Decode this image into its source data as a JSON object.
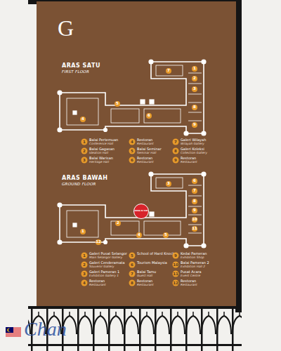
{
  "diagram": {
    "nodes": [
      {
        "text": [
          "ANDA DI SINI"
        ]
      }
    ],
    "labels": [
      "G",
      "ARAS SATU",
      "FIRST FLOOR",
      "1",
      "2",
      "3",
      "4",
      "5",
      "6",
      "7",
      "8",
      "9",
      "1",
      "Balai Pertemuan",
      "Conference Hall",
      "2",
      "Balai Gagasan",
      "Ideation Hall",
      "3",
      "Balai Warisan",
      "Heritage Hall",
      "4",
      "Restoran",
      "Restaurant",
      "5",
      "Balai Seminar",
      "Seminar Hall",
      "6",
      "Restoran",
      "Restaurant",
      "7",
      "Galeri Wilayah",
      "Wilayah Gallery",
      "8",
      "Galeri Koleksi",
      "Collection Gallery",
      "9",
      "Restoran",
      "Restaurant",
      "ARAS BAWAH",
      "GROUND FLOOR",
      "1",
      "2",
      "3",
      "4",
      "5",
      "6",
      "7",
      "8",
      "9",
      "10",
      "11",
      "12",
      "1",
      "Galeri Pusat Selangor",
      "Main Selangor Gallery",
      "2",
      "Galeri Cenderamata",
      "Souvenir Gallery",
      "3",
      "Galeri Pameran 1",
      "Exhibition Gallery 1",
      "4",
      "Restoran",
      "Restaurant",
      "5",
      "School of Hard Knocks",
      "6",
      "Tourism Malaysia",
      "7",
      "Balai Tamu",
      "Guest Hall",
      "8",
      "Restoran",
      "Restaurant",
      "9",
      "Kedai Pameran",
      "Exhibition Shop",
      "10",
      "Balai Pameran 2",
      "Exhibition Hall 2",
      "11",
      "Pusat Acara",
      "Event Centre",
      "12",
      "Restoran",
      "Restaurant",
      "Chan"
    ]
  }
}
